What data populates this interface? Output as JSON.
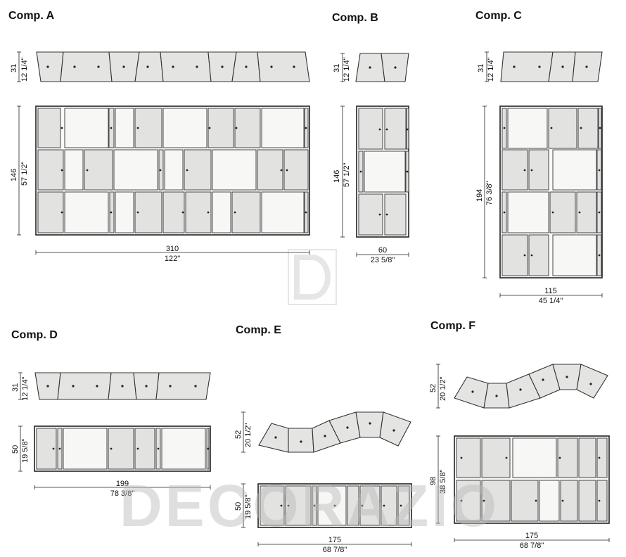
{
  "compositions": {
    "a": {
      "title": "Comp. A",
      "top_height_cm": "31",
      "top_height_in": "12 1/4\"",
      "front_height_cm": "146",
      "front_height_in": "57 1/2\"",
      "width_cm": "310",
      "width_in": "122\""
    },
    "b": {
      "title": "Comp. B",
      "top_height_cm": "31",
      "top_height_in": "12 1/4\"",
      "front_height_cm": "146",
      "front_height_in": "57 1/2\"",
      "width_cm": "60",
      "width_in": "23 5/8\""
    },
    "c": {
      "title": "Comp. C",
      "top_height_cm": "31",
      "top_height_in": "12 1/4\"",
      "front_height_cm": "194",
      "front_height_in": "76 3/8\"",
      "width_cm": "115",
      "width_in": "45 1/4\""
    },
    "d": {
      "title": "Comp. D",
      "top_height_cm": "31",
      "top_height_in": "12 1/4\"",
      "front_height_cm": "50",
      "front_height_in": "19 5/8\"",
      "width_cm": "199",
      "width_in": "78 3/8\""
    },
    "e": {
      "title": "Comp. E",
      "top_height_cm": "52",
      "top_height_in": "20 1/2\"",
      "front_height_cm": "50",
      "front_height_in": "19 5/8\"",
      "width_cm": "175",
      "width_in": "68 7/8\""
    },
    "f": {
      "title": "Comp. F",
      "top_height_cm": "52",
      "top_height_in": "20 1/2\"",
      "front_height_cm": "98",
      "front_height_in": "38 5/8\"",
      "width_cm": "175",
      "width_in": "68 7/8\""
    }
  },
  "watermarks": {
    "brand": "DECORAZIO"
  }
}
